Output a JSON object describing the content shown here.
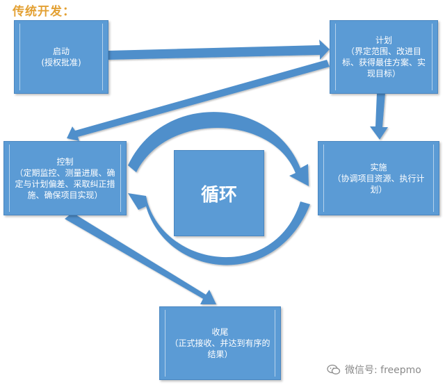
{
  "title": "传统开发：",
  "center_label": "循环",
  "nodes": {
    "initiating": {
      "name": "启动",
      "desc": "(授权批准)"
    },
    "planning": {
      "name": "计划",
      "desc": "（界定范围、改进目标、获得最佳方案、实现目标）"
    },
    "executing": {
      "name": "实施",
      "desc": "（协调项目资源、执行计划）"
    },
    "controlling": {
      "name": "控制",
      "desc": "（定期监控、测量进展、确定与计划偏差、采取纠正措施、确保项目实现）"
    },
    "closing": {
      "name": "收尾",
      "desc": "（正式接收、并达到有序的结果）"
    }
  },
  "watermark": "微信号: freepmo",
  "colors": {
    "box": "#5b9bd5",
    "arrow": "#4f8fcb",
    "title": "#e3a032"
  }
}
